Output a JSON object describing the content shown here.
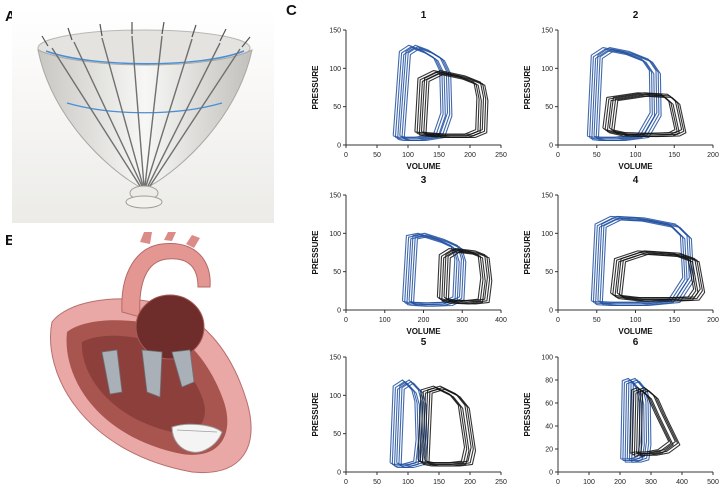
{
  "panels": {
    "a": "A",
    "b": "B",
    "c": "C"
  },
  "colors": {
    "blue": "#1f4fa0",
    "black": "#111111"
  },
  "chart_data": [
    {
      "type": "line",
      "title": "1",
      "xlabel": "VOLUME",
      "ylabel": "PRESSURE",
      "xlim": [
        0,
        250
      ],
      "ylim": [
        0,
        150
      ],
      "xticks": [
        0,
        50,
        100,
        150,
        200,
        250
      ],
      "yticks": [
        0,
        50,
        100,
        150
      ],
      "series": [
        {
          "color": "blue",
          "x": [
            85,
            95,
            110,
            130,
            150,
            160,
            162,
            150,
            120,
            95,
            88,
            85
          ],
          "y": [
            10,
            120,
            128,
            122,
            112,
            95,
            40,
            12,
            8,
            8,
            9,
            10
          ]
        },
        {
          "color": "black",
          "x": [
            120,
            125,
            150,
            190,
            215,
            220,
            218,
            200,
            160,
            130,
            120
          ],
          "y": [
            15,
            85,
            95,
            88,
            80,
            60,
            18,
            12,
            12,
            14,
            15
          ]
        }
      ]
    },
    {
      "type": "line",
      "title": "2",
      "xlabel": "VOLUME",
      "ylabel": "PRESSURE",
      "xlim": [
        0,
        200
      ],
      "ylim": [
        0,
        150
      ],
      "xticks": [
        0,
        50,
        100,
        150,
        200
      ],
      "yticks": [
        0,
        50,
        100,
        150
      ],
      "series": [
        {
          "color": "blue",
          "x": [
            45,
            50,
            65,
            90,
            115,
            125,
            126,
            110,
            80,
            55,
            46,
            45
          ],
          "y": [
            10,
            115,
            125,
            120,
            110,
            95,
            40,
            12,
            8,
            8,
            9,
            10
          ]
        },
        {
          "color": "black",
          "x": [
            65,
            70,
            110,
            140,
            150,
            158,
            150,
            120,
            85,
            68,
            65
          ],
          "y": [
            20,
            60,
            66,
            64,
            55,
            18,
            14,
            13,
            14,
            18,
            20
          ]
        }
      ]
    },
    {
      "type": "line",
      "title": "3",
      "xlabel": "VOLUME",
      "ylabel": "PRESSURE",
      "xlim": [
        0,
        400
      ],
      "ylim": [
        0,
        150
      ],
      "xticks": [
        0,
        100,
        200,
        300,
        400
      ],
      "yticks": [
        0,
        50,
        100,
        150
      ],
      "series": [
        {
          "color": "blue",
          "x": [
            160,
            170,
            200,
            250,
            285,
            295,
            290,
            260,
            210,
            175,
            162,
            160
          ],
          "y": [
            10,
            95,
            98,
            90,
            82,
            65,
            15,
            8,
            7,
            8,
            9,
            10
          ]
        },
        {
          "color": "black",
          "x": [
            250,
            255,
            280,
            330,
            355,
            362,
            355,
            320,
            275,
            255,
            250
          ],
          "y": [
            15,
            70,
            78,
            75,
            70,
            40,
            12,
            10,
            11,
            13,
            15
          ]
        }
      ]
    },
    {
      "type": "line",
      "title": "4",
      "xlabel": "VOLUME",
      "ylabel": "PRESSURE",
      "xlim": [
        0,
        200
      ],
      "ylim": [
        0,
        150
      ],
      "xticks": [
        0,
        50,
        100,
        150,
        200
      ],
      "yticks": [
        0,
        50,
        100,
        150
      ],
      "series": [
        {
          "color": "blue",
          "x": [
            50,
            55,
            75,
            110,
            150,
            165,
            168,
            150,
            110,
            70,
            52,
            50
          ],
          "y": [
            10,
            110,
            120,
            118,
            110,
            95,
            40,
            12,
            8,
            8,
            9,
            10
          ]
        },
        {
          "color": "black",
          "x": [
            75,
            80,
            110,
            155,
            175,
            182,
            175,
            150,
            105,
            80,
            75
          ],
          "y": [
            20,
            65,
            75,
            72,
            65,
            25,
            15,
            14,
            14,
            17,
            20
          ]
        }
      ]
    },
    {
      "type": "line",
      "title": "5",
      "xlabel": "VOLUME",
      "ylabel": "PRESSURE",
      "xlim": [
        0,
        250
      ],
      "ylim": [
        0,
        150
      ],
      "xticks": [
        0,
        50,
        100,
        150,
        200,
        250
      ],
      "yticks": [
        0,
        50,
        100,
        150
      ],
      "series": [
        {
          "color": "blue",
          "x": [
            80,
            85,
            100,
            115,
            120,
            122,
            118,
            100,
            85,
            80
          ],
          "y": [
            10,
            110,
            118,
            105,
            90,
            40,
            12,
            8,
            8,
            10
          ]
        },
        {
          "color": "black",
          "x": [
            125,
            130,
            150,
            175,
            190,
            200,
            195,
            175,
            140,
            127,
            125
          ],
          "y": [
            15,
            105,
            110,
            100,
            85,
            30,
            12,
            10,
            10,
            12,
            15
          ]
        }
      ]
    },
    {
      "type": "line",
      "title": "6",
      "xlabel": "VOLUME",
      "ylabel": "PRESSURE",
      "xlim": [
        0,
        500
      ],
      "ylim": [
        0,
        100
      ],
      "xticks": [
        0,
        100,
        200,
        300,
        400,
        500
      ],
      "yticks": [
        0,
        20,
        40,
        60,
        80,
        100
      ],
      "series": [
        {
          "color": "blue",
          "x": [
            220,
            225,
            245,
            270,
            280,
            282,
            275,
            250,
            228,
            220
          ],
          "y": [
            10,
            78,
            80,
            72,
            60,
            25,
            12,
            10,
            10,
            10
          ]
        },
        {
          "color": "black",
          "x": [
            250,
            255,
            275,
            305,
            330,
            375,
            340,
            300,
            265,
            252,
            250
          ],
          "y": [
            15,
            70,
            72,
            65,
            50,
            25,
            18,
            16,
            16,
            15,
            15
          ]
        }
      ]
    }
  ]
}
